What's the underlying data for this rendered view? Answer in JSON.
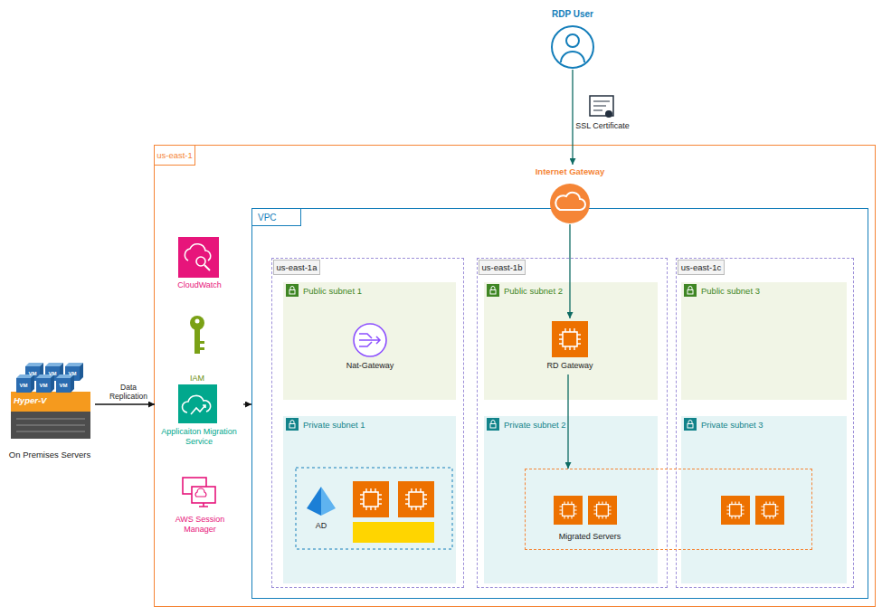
{
  "diagram": {
    "nodes": [
      {
        "text": [
          "RDP User"
        ]
      },
      {
        "text": [
          "Hyper-V",
          "On Premises Servers"
        ]
      },
      {
        "text": [
          "us-east-1"
        ]
      },
      {
        "text": [
          "CloudWatch"
        ],
        "in": 2
      },
      {
        "text": [
          "IAM"
        ],
        "in": 2
      },
      {
        "text": [
          "Applicaiton Migration Service"
        ],
        "in": 2
      },
      {
        "text": [
          "AWS Session Manager"
        ],
        "in": 2
      },
      {
        "text": [
          "Internet Gateway"
        ],
        "in": 2
      },
      {
        "text": [
          "VPC"
        ],
        "in": 2
      },
      {
        "text": [
          "us-east-1a"
        ],
        "in": 8
      },
      {
        "text": [
          "Public subnet 1"
        ],
        "in": 9
      },
      {
        "text": [
          "Nat-Gateway"
        ],
        "in": 10
      },
      {
        "text": [
          "Private subnet 1"
        ],
        "in": 9
      },
      {
        "text": [
          "AD"
        ],
        "in": 12
      },
      {
        "text": [
          "us-east-1b"
        ],
        "in": 8
      },
      {
        "text": [
          "Public subnet 2"
        ],
        "in": 14
      },
      {
        "text": [
          "RD Gateway"
        ],
        "in": 15
      },
      {
        "text": [
          "Private subnet 2"
        ],
        "in": 14
      },
      {
        "text": [
          "us-east-1c"
        ],
        "in": 8
      },
      {
        "text": [
          "Public subnet 3"
        ],
        "in": 18
      },
      {
        "text": [
          "Private subnet 3"
        ],
        "in": 18
      },
      {
        "text": [
          "Migrated Servers"
        ],
        "in": 8
      }
    ],
    "edges": [
      {
        "from": 0,
        "to": 7,
        "label": "SSL Certificate",
        "arrow": "to"
      },
      {
        "from": 1,
        "to": 5,
        "label": "Data Replication",
        "arrow": "to"
      },
      {
        "from": 5,
        "to": 8,
        "arrow": "to"
      },
      {
        "from": 7,
        "to": 16,
        "arrow": "to"
      },
      {
        "from": 16,
        "to": 21,
        "arrow": "to"
      }
    ],
    "labels": [
      "VM",
      "VM",
      "VM",
      "VM",
      "VM",
      "VM"
    ]
  }
}
